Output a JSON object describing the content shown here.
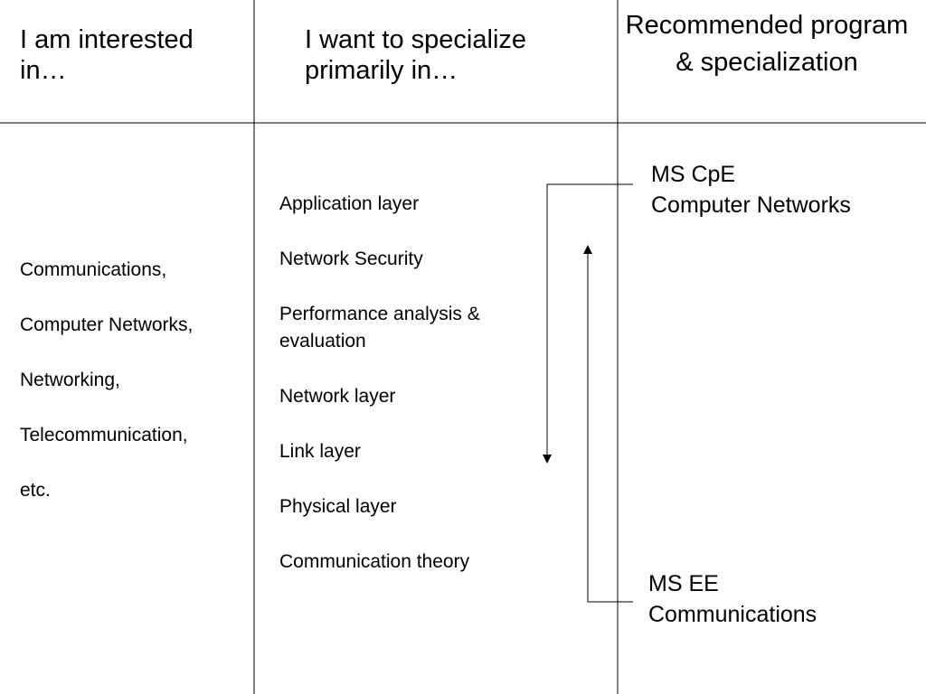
{
  "headers": {
    "col1": "I am interested in…",
    "col2": "I want to specialize primarily in…",
    "col3": "Recommended program & specialization"
  },
  "interests": [
    "Communications,",
    "Computer Networks,",
    "Networking,",
    "Telecommunication,",
    "etc."
  ],
  "specialties": [
    "Application layer",
    "Network Security",
    "Performance analysis & evaluation",
    "Network layer",
    "Link layer",
    "Physical layer",
    "Communication theory"
  ],
  "recommendations": {
    "cpe": {
      "program": "MS CpE",
      "specialization": "Computer Networks"
    },
    "ee": {
      "program": "MS EE",
      "specialization": "Communications"
    }
  },
  "colors": {
    "line": "#000000",
    "background": "#ffffff"
  }
}
